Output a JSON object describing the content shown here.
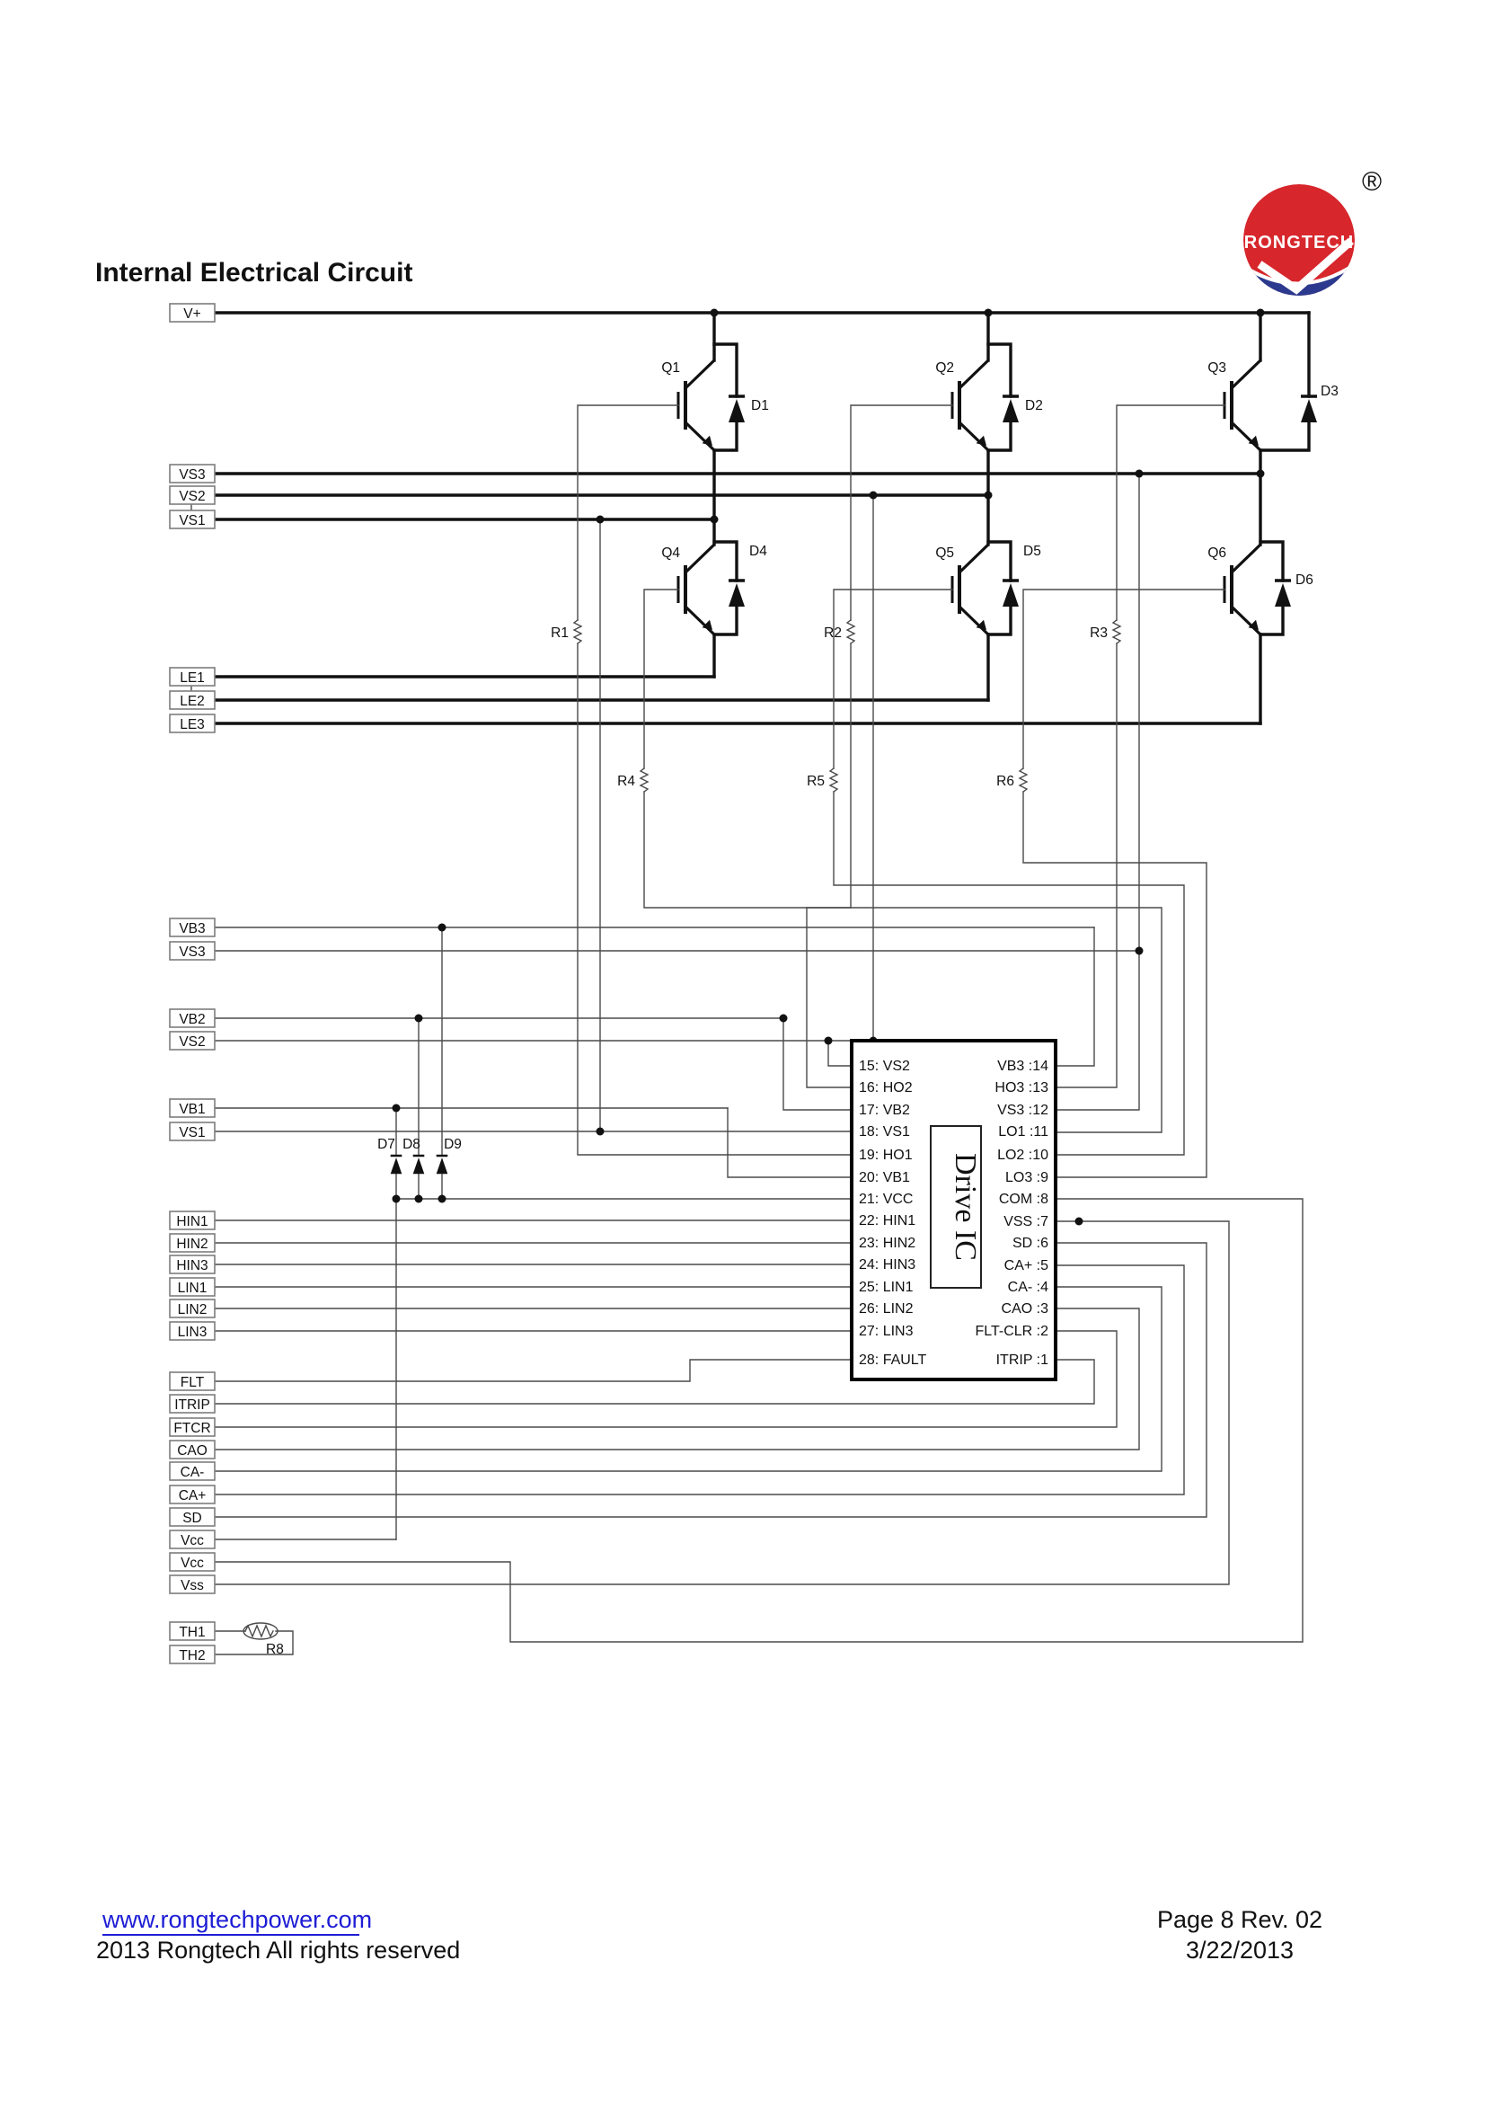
{
  "header": {
    "title": "Internal Electrical Circuit"
  },
  "logo": {
    "brand": "RONGTECH",
    "registered": "®",
    "red": "#d7262c",
    "blue": "#2b3a8e"
  },
  "terminals": {
    "v_plus": "V+",
    "vs3_top": "VS3",
    "vs2_top": "VS2",
    "vs1_top": "VS1",
    "le1": "LE1",
    "le2": "LE2",
    "le3": "LE3",
    "vb3": "VB3",
    "vs3_mid": "VS3",
    "vb2": "VB2",
    "vs2_mid": "VS2",
    "vb1": "VB1",
    "vs1_mid": "VS1",
    "hin1": "HIN1",
    "hin2": "HIN2",
    "hin3": "HIN3",
    "lin1": "LIN1",
    "lin2": "LIN2",
    "lin3": "LIN3",
    "flt": "FLT",
    "itrip": "ITRIP",
    "ftcr": "FTCR",
    "cao": "CAO",
    "ca_minus": "CA-",
    "ca_plus": "CA+",
    "sd": "SD",
    "vcc_a": "Vcc",
    "vcc_b": "Vcc",
    "vss": "Vss",
    "th1": "TH1",
    "th2": "TH2"
  },
  "components": {
    "q1": "Q1",
    "q2": "Q2",
    "q3": "Q3",
    "q4": "Q4",
    "q5": "Q5",
    "q6": "Q6",
    "d1": "D1",
    "d2": "D2",
    "d3": "D3",
    "d4": "D4",
    "d5": "D5",
    "d6": "D6",
    "d7": "D7",
    "d8": "D8",
    "d9": "D9",
    "r1": "R1",
    "r2": "R2",
    "r3": "R3",
    "r4": "R4",
    "r5": "R5",
    "r6": "R6",
    "r8": "R8"
  },
  "ic": {
    "name": "Drive IC",
    "left": [
      "15: VS2",
      "16: HO2",
      "17: VB2",
      "18: VS1",
      "19: HO1",
      "20: VB1",
      "21: VCC",
      "22: HIN1",
      "23: HIN2",
      "24: HIN3",
      "25: LIN1",
      "26: LIN2",
      "27: LIN3",
      "28: FAULT"
    ],
    "right": [
      "VB3 :14",
      "HO3 :13",
      "VS3 :12",
      "LO1 :11",
      "LO2 :10",
      "LO3 :9",
      "COM :8",
      "VSS :7",
      "SD :6",
      "CA+ :5",
      "CA- :4",
      "CAO :3",
      "FLT-CLR :2",
      "ITRIP :1"
    ]
  },
  "footer": {
    "url": "www.rongtechpower.com",
    "copyright": "2013 Rongtech All rights reserved",
    "page": "Page 8  Rev. 02",
    "date": "3/22/2013"
  }
}
